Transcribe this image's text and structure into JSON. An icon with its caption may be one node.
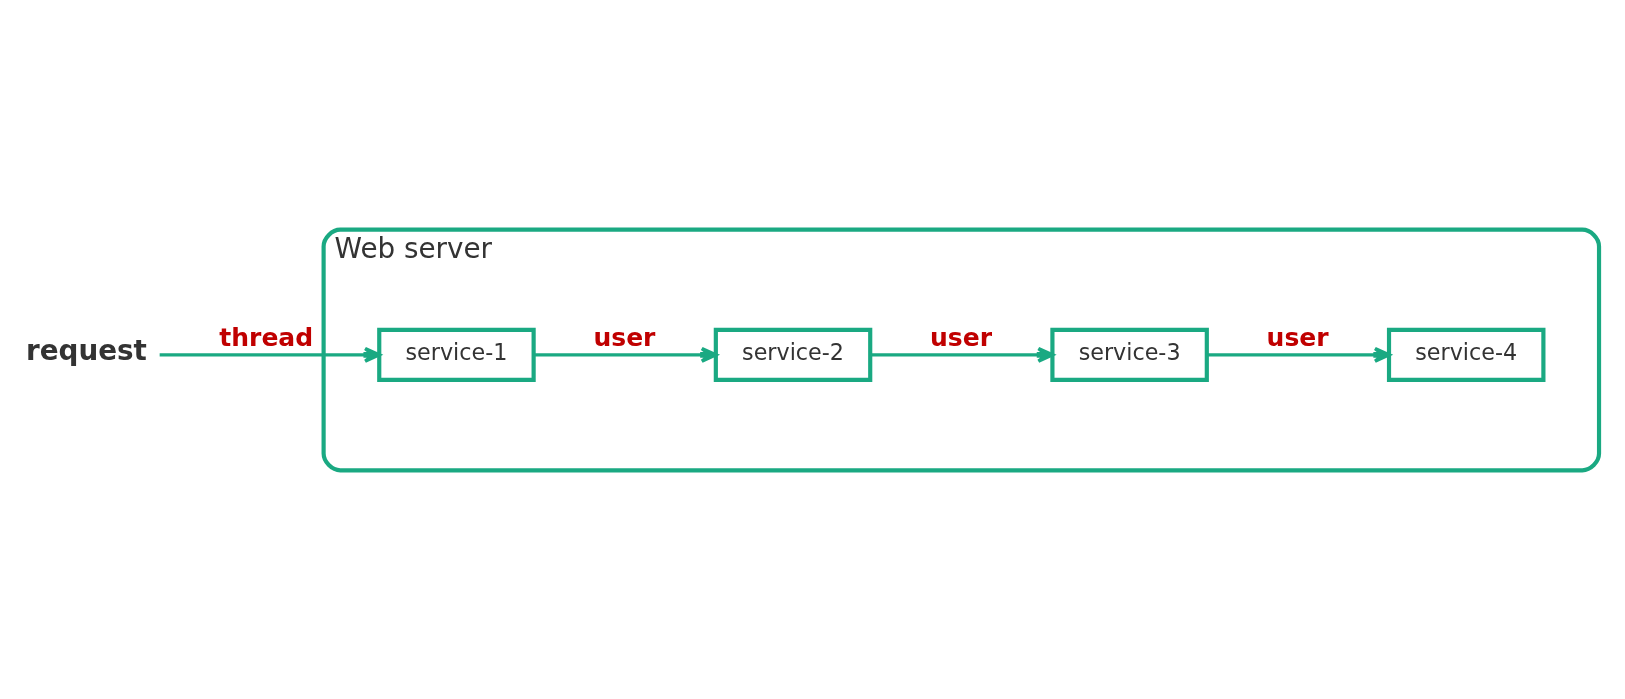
{
  "diagram": {
    "nodes": [
      {
        "text": [
          "request"
        ]
      },
      {
        "text": [
          "Web server"
        ]
      },
      {
        "text": [
          "service-1"
        ],
        "in": 1
      },
      {
        "text": [
          "service-2"
        ],
        "in": 1
      },
      {
        "text": [
          "service-3"
        ],
        "in": 1
      },
      {
        "text": [
          "service-4"
        ],
        "in": 1
      }
    ],
    "edges": [
      {
        "from": 0,
        "to": 2,
        "arrow": "to",
        "label": "thread"
      },
      {
        "from": 2,
        "to": 3,
        "arrow": "to",
        "label": "user"
      },
      {
        "from": 3,
        "to": 4,
        "arrow": "to",
        "label": "user"
      },
      {
        "from": 4,
        "to": 5,
        "arrow": "to",
        "label": "user"
      }
    ]
  }
}
